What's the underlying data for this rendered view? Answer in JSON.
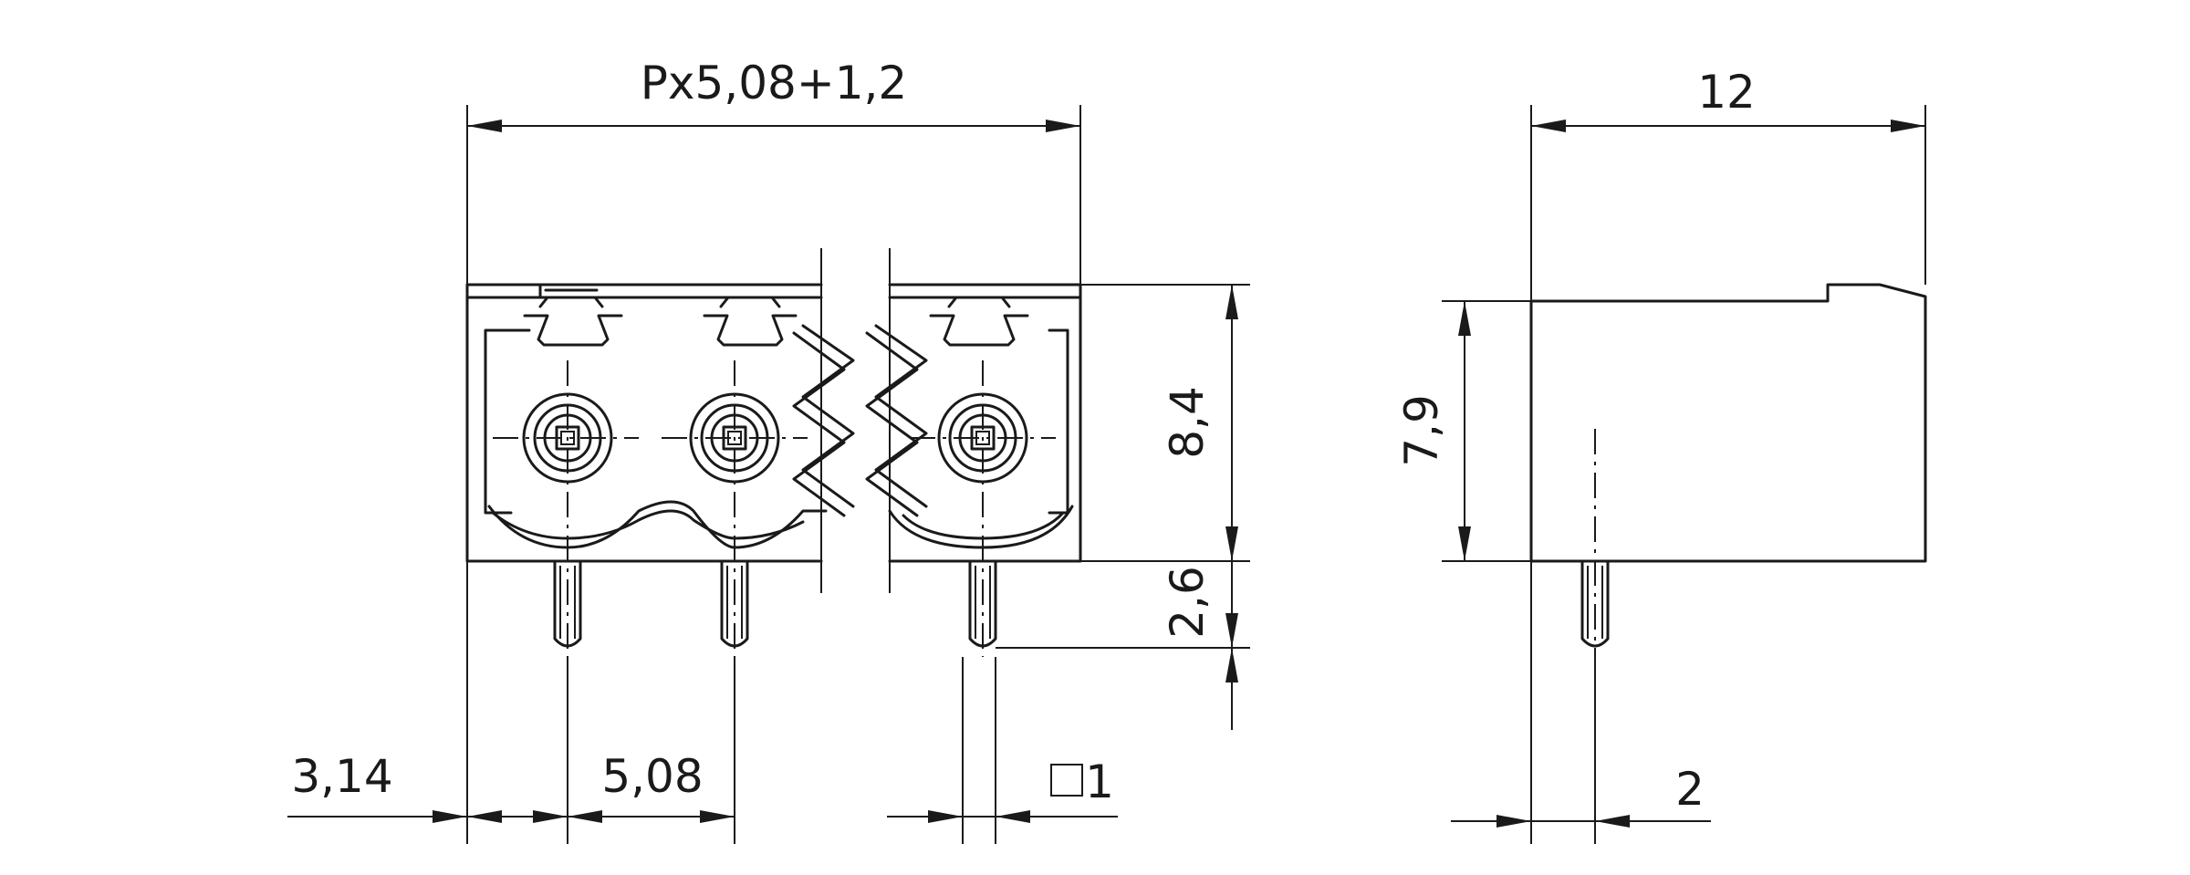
{
  "dimensions": {
    "overall_width": "Px5,08+1,2",
    "side_depth": "12",
    "body_height": "8,4",
    "side_height": "7,9",
    "pin_length": "2,6",
    "edge_offset": "3,14",
    "pitch": "5,08",
    "pin_square": "1",
    "pin_offset": "2"
  },
  "symbols": {
    "square_symbol": "square-section-icon"
  }
}
